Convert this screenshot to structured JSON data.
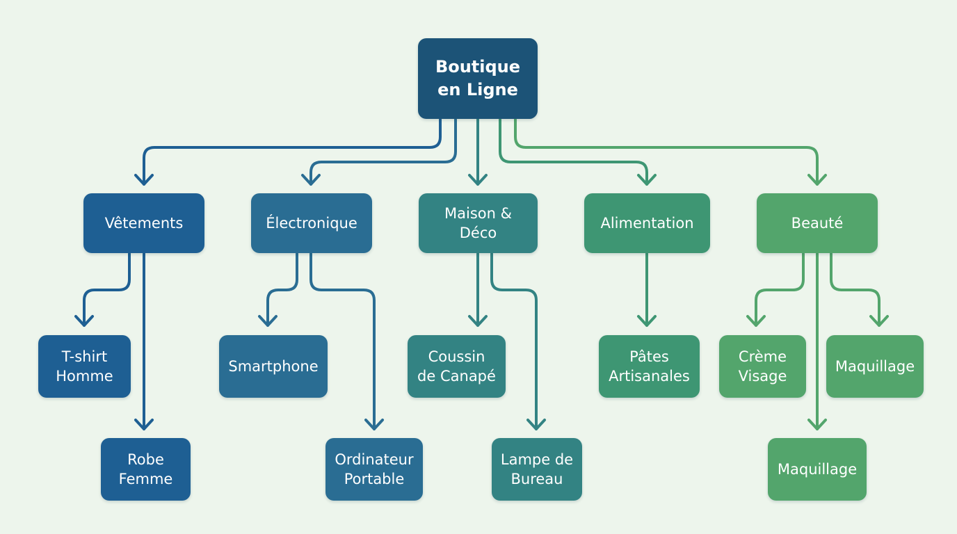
{
  "diagram": {
    "root": {
      "label": "Boutique\nen Ligne",
      "color": "#1c5377"
    },
    "categories": [
      {
        "label": "Vêtements",
        "color": "#1e5f93",
        "children": [
          {
            "label": "T-shirt\nHomme"
          },
          {
            "label": "Robe\nFemme"
          }
        ]
      },
      {
        "label": "Électronique",
        "color": "#2a6d93",
        "children": [
          {
            "label": "Smartphone"
          },
          {
            "label": "Ordinateur\nPortable"
          }
        ]
      },
      {
        "label": "Maison &\nDéco",
        "color": "#338383",
        "children": [
          {
            "label": "Coussin\nde Canapé"
          },
          {
            "label": "Lampe de\nBureau"
          }
        ]
      },
      {
        "label": "Alimentation",
        "color": "#3e9673",
        "children": [
          {
            "label": "Pâtes\nArtisanales"
          }
        ]
      },
      {
        "label": "Beauté",
        "color": "#53a56c",
        "children": [
          {
            "label": "Crème\nVisage"
          },
          {
            "label": "Maquillage"
          },
          {
            "label": "Maquillage"
          }
        ]
      }
    ]
  }
}
